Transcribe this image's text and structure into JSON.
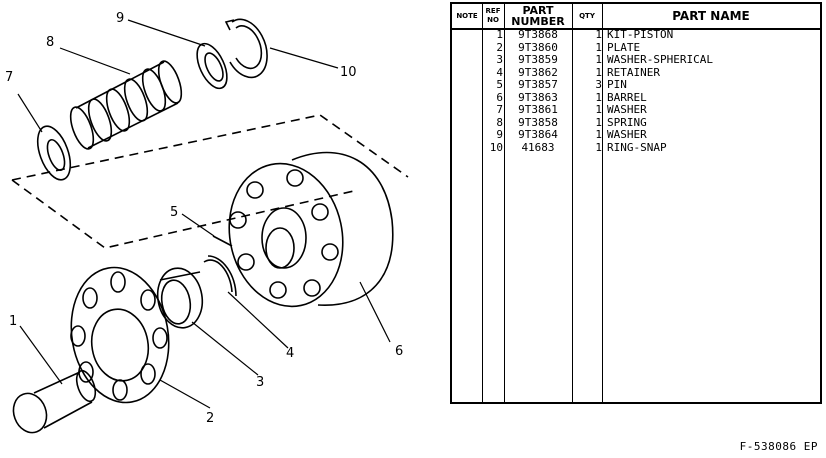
{
  "diagram": {
    "callouts": [
      "1",
      "2",
      "3",
      "4",
      "5",
      "6",
      "7",
      "8",
      "9",
      "10"
    ]
  },
  "table": {
    "headers": {
      "note": "NOTE",
      "ref_no_line1": "REF",
      "ref_no_line2": "NO",
      "part_number_line1": "PART",
      "part_number_line2": "NUMBER",
      "qty": "QTY",
      "part_name": "PART NAME"
    },
    "rows": [
      {
        "ref": "1",
        "part_number": "9T3868",
        "qty": "1",
        "name": "KIT-PISTON"
      },
      {
        "ref": "2",
        "part_number": "9T3860",
        "qty": "1",
        "name": "PLATE"
      },
      {
        "ref": "3",
        "part_number": "9T3859",
        "qty": "1",
        "name": "WASHER-SPHERICAL"
      },
      {
        "ref": "4",
        "part_number": "9T3862",
        "qty": "1",
        "name": "RETAINER"
      },
      {
        "ref": "5",
        "part_number": "9T3857",
        "qty": "3",
        "name": "PIN"
      },
      {
        "ref": "6",
        "part_number": "9T3863",
        "qty": "1",
        "name": "BARREL"
      },
      {
        "ref": "7",
        "part_number": "9T3861",
        "qty": "1",
        "name": "WASHER"
      },
      {
        "ref": "8",
        "part_number": "9T3858",
        "qty": "1",
        "name": "SPRING"
      },
      {
        "ref": "9",
        "part_number": "9T3864",
        "qty": "1",
        "name": "WASHER"
      },
      {
        "ref": "10",
        "part_number": "41683",
        "qty": "1",
        "name": "RING-SNAP"
      }
    ]
  },
  "reference_code": "F-538086 EP"
}
